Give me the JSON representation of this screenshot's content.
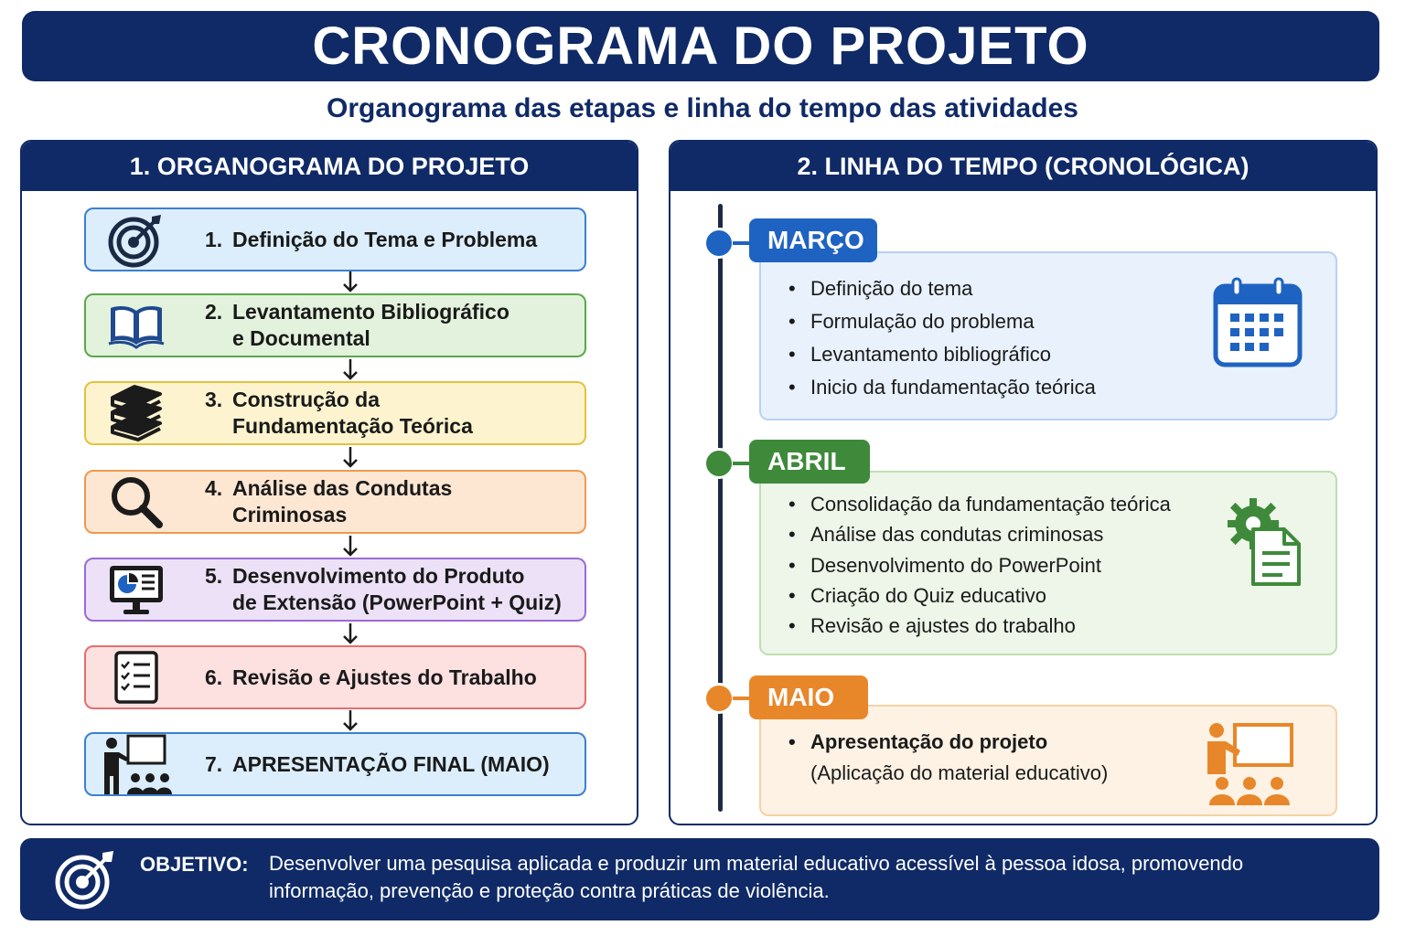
{
  "title": "CRONOGRAMA DO PROJETO",
  "subtitle": "Organograma das etapas e linha do tempo das atividades",
  "organogram": {
    "header": "1. ORGANOGRAMA DO PROJETO",
    "steps": [
      {
        "num": "1.",
        "label": "Definição do Tema e Problema",
        "icon": "target-icon",
        "bg": "#dceefc",
        "border": "#3c7fd0"
      },
      {
        "num": "2.",
        "label": "Levantamento Bibliográfico\ne Documental",
        "icon": "open-book-icon",
        "bg": "#e3f2dc",
        "border": "#5aa84a"
      },
      {
        "num": "3.",
        "label": "Construção da\nFundamentação Teórica",
        "icon": "book-stack-icon",
        "bg": "#fdf4cf",
        "border": "#e3c23c"
      },
      {
        "num": "4.",
        "label": "Análise das Condutas\nCriminosas",
        "icon": "magnifier-icon",
        "bg": "#fde6d2",
        "border": "#ec9a52"
      },
      {
        "num": "5.",
        "label": "Desenvolvimento do Produto\nde Extensão (PowerPoint + Quiz)",
        "icon": "presentation-monitor-icon",
        "bg": "#ece1f7",
        "border": "#9a6bd4"
      },
      {
        "num": "6.",
        "label": "Revisão e Ajustes do Trabalho",
        "icon": "checklist-icon",
        "bg": "#fde0e0",
        "border": "#e07070"
      },
      {
        "num": "7.",
        "label": "APRESENTAÇÃO FINAL (MAIO)",
        "icon": "teacher-audience-icon",
        "bg": "#dceefc",
        "border": "#3c7fd0"
      }
    ]
  },
  "timeline": {
    "header": "2. LINHA DO TEMPO (CRONOLÓGICA)",
    "months": [
      {
        "name": "MARÇO",
        "color": "#1f63c2",
        "bg": "#e8f1fc",
        "border": "#b7d2f2",
        "icon": "calendar-icon",
        "items": [
          "Definição do tema",
          "Formulação do problema",
          "Levantamento bibliográfico",
          "Inicio da fundamentação teórica"
        ]
      },
      {
        "name": "ABRIL",
        "color": "#3e8a3a",
        "bg": "#edf6e8",
        "border": "#bfdeb3",
        "icon": "gear-document-icon",
        "items": [
          "Consolidação da fundamentação teórica",
          "Análise das condutas criminosas",
          "Desenvolvimento do PowerPoint",
          "Criação do Quiz educativo",
          "Revisão e ajustes do trabalho"
        ]
      },
      {
        "name": "MAIO",
        "color": "#e8872a",
        "bg": "#fdf2e4",
        "border": "#f5d2a5",
        "icon": "teacher-audience-icon",
        "items_bold": "Apresentação do projeto",
        "items_note": "(Aplicação do material educativo)"
      }
    ]
  },
  "objective": {
    "label": "OBJETIVO:",
    "text": "Desenvolver uma pesquisa aplicada e produzir um material educativo acessível à pessoa idosa, promovendo informação, prevenção e proteção contra práticas de violência.",
    "icon": "target-icon"
  },
  "colors": {
    "navy": "#0f2a66"
  }
}
